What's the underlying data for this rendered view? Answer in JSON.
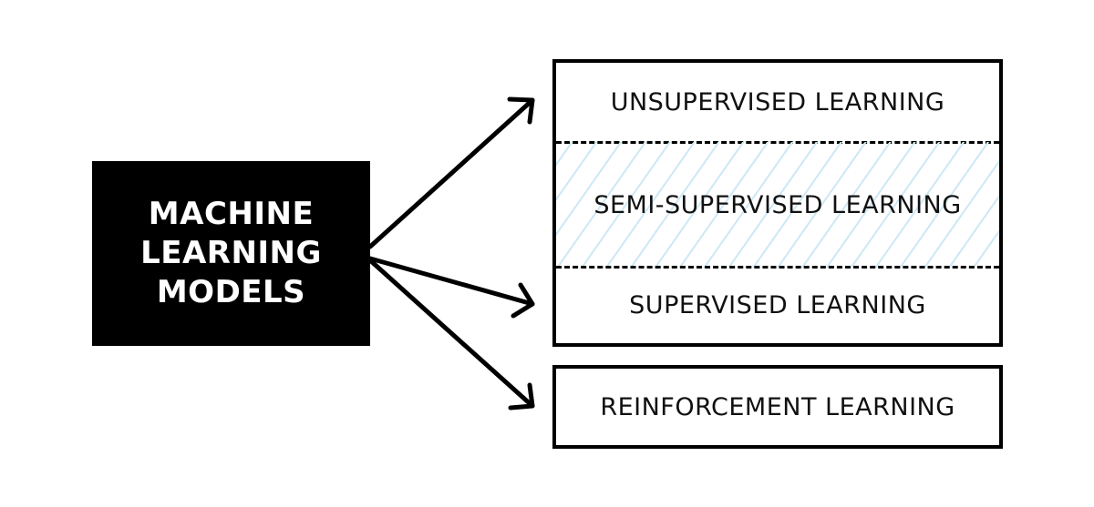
{
  "diagram": {
    "source": {
      "label": "MACHINE LEARNING MODELS"
    },
    "stack": {
      "unsupervised": "UNSUPERVISED LEARNING",
      "semi_supervised": "SEMI-SUPERVISED LEARNING",
      "supervised": "SUPERVISED LEARNING"
    },
    "reinforcement": "REINFORCEMENT LEARNING",
    "colors": {
      "source_fill": "#000000",
      "source_text": "#ffffff",
      "border": "#000000",
      "hatch": "#cde8f4"
    }
  }
}
